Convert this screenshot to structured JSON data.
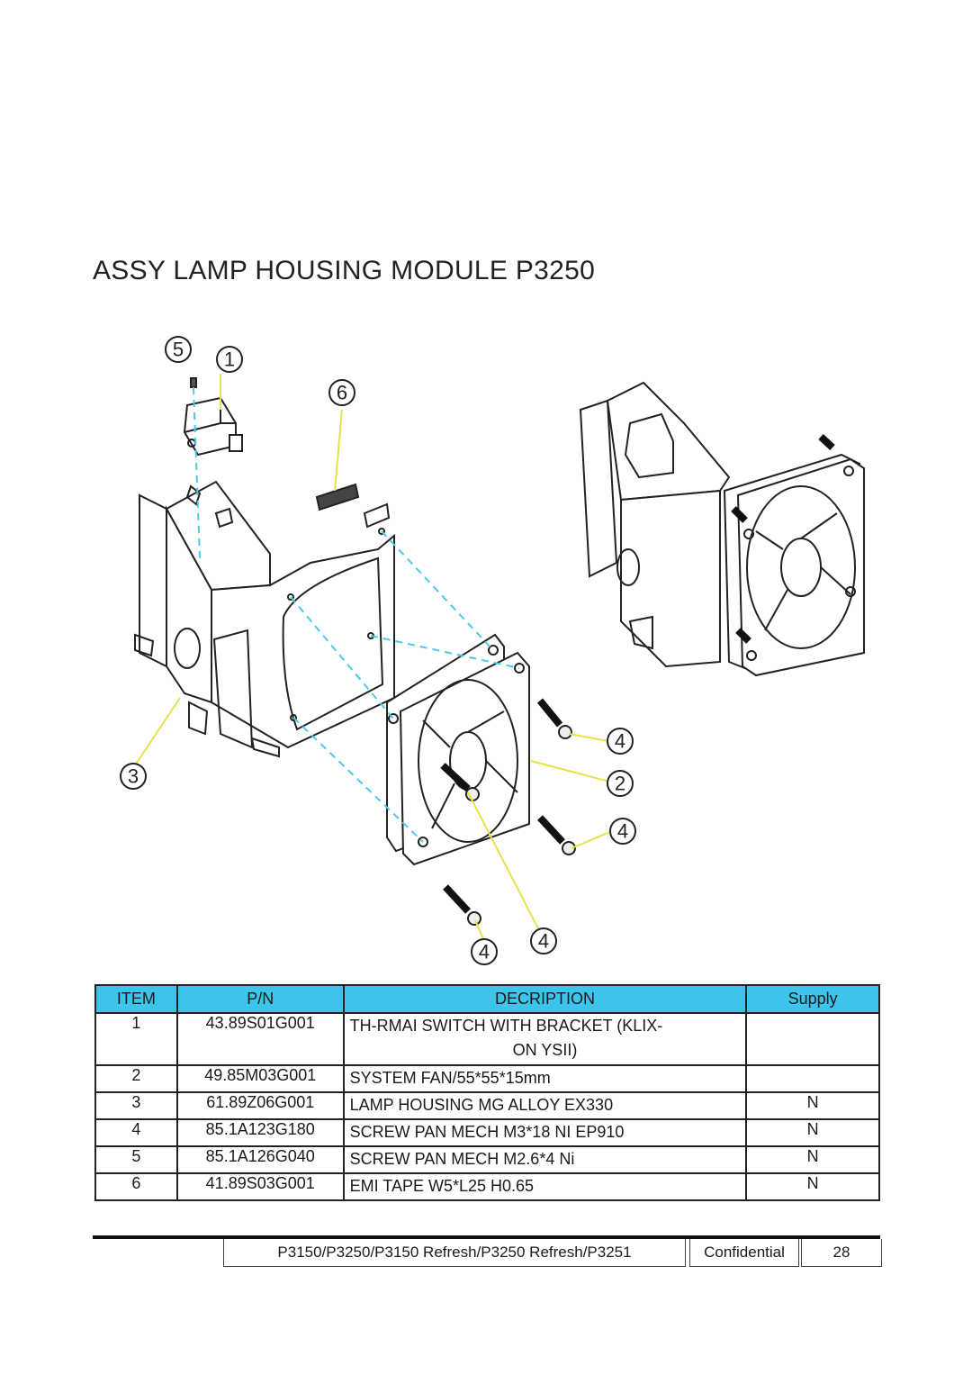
{
  "title": "ASSY LAMP HOUSING MODULE P3250",
  "callouts": {
    "c5": "5",
    "c1": "1",
    "c6": "6",
    "c3": "3",
    "c4a": "4",
    "c2": "2",
    "c4b": "4",
    "c4c": "4",
    "c4d": "4"
  },
  "colors": {
    "header_bg": "#3cc4ea",
    "leader_line": "#e6e24a",
    "dashed_line": "#4cc8e8"
  },
  "table": {
    "headers": {
      "item": "ITEM",
      "pn": "P/N",
      "desc": "DECRIPTION",
      "supply": "Supply"
    },
    "rows": [
      {
        "item": "1",
        "pn": "43.89S01G001",
        "desc": "TH-RMAI SWITCH WITH BRACKET (KLIX-",
        "desc2": "ON YSII)",
        "supply": ""
      },
      {
        "item": "2",
        "pn": "49.85M03G001",
        "desc": "SYSTEM FAN/55*55*15mm",
        "supply": ""
      },
      {
        "item": "3",
        "pn": "61.89Z06G001",
        "desc": "LAMP HOUSING MG ALLOY EX330",
        "supply": "N"
      },
      {
        "item": "4",
        "pn": "85.1A123G180",
        "desc": "SCREW PAN MECH M3*18 NI EP910",
        "supply": "N"
      },
      {
        "item": "5",
        "pn": "85.1A126G040",
        "desc": "SCREW PAN MECH M2.6*4 Ni",
        "supply": "N"
      },
      {
        "item": "6",
        "pn": "41.89S03G001",
        "desc": "EMI TAPE W5*L25 H0.65",
        "supply": "N"
      }
    ]
  },
  "footer": {
    "models": "P3150/P3250/P3150 Refresh/P3250 Refresh/P3251",
    "confidential": "Confidential",
    "page": "28"
  }
}
